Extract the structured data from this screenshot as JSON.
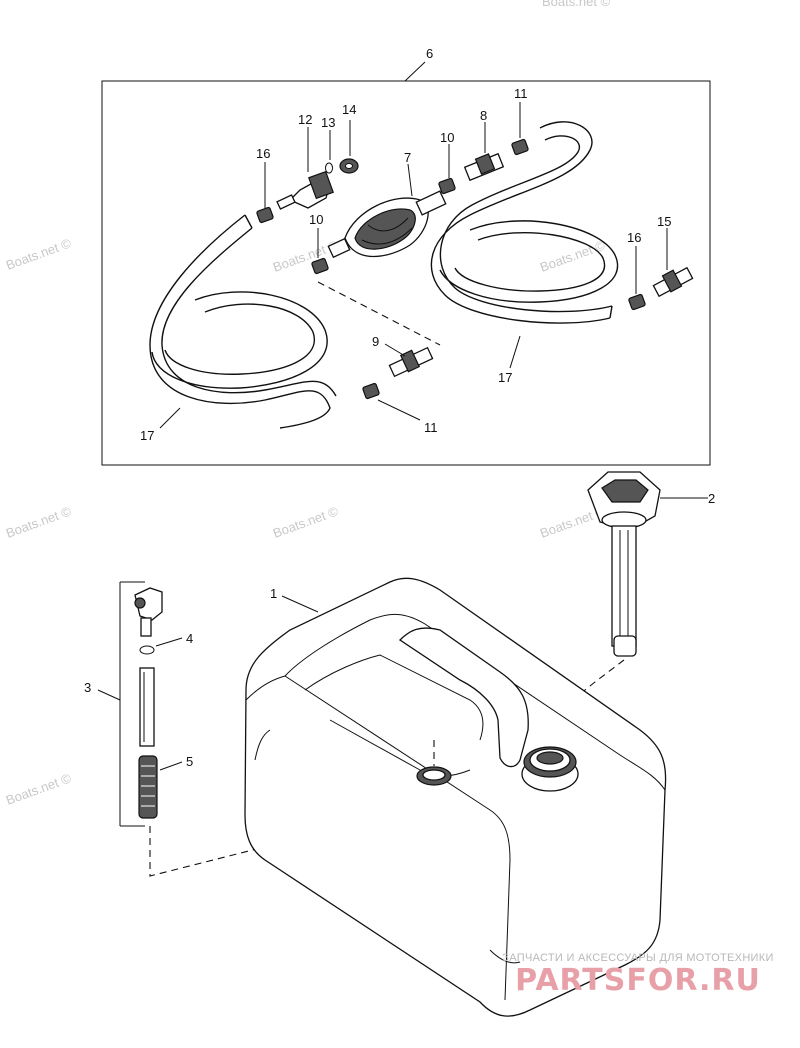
{
  "callouts": {
    "c1": "1",
    "c2": "2",
    "c3": "3",
    "c4": "4",
    "c5": "5",
    "c6": "6",
    "c7": "7",
    "c8": "8",
    "c9": "9",
    "c10a": "10",
    "c10b": "10",
    "c11a": "11",
    "c11b": "11",
    "c12": "12",
    "c13": "13",
    "c14": "14",
    "c15": "15",
    "c16a": "16",
    "c16b": "16",
    "c17a": "17",
    "c17b": "17"
  },
  "watermark": "Boats.net ©",
  "banner": {
    "subtitle": "ЗАПЧАСТИ И АКСЕССУАРЫ ДЛЯ МОТОТЕХНИКИ",
    "logo_text": "PARTSFOR.RU"
  }
}
